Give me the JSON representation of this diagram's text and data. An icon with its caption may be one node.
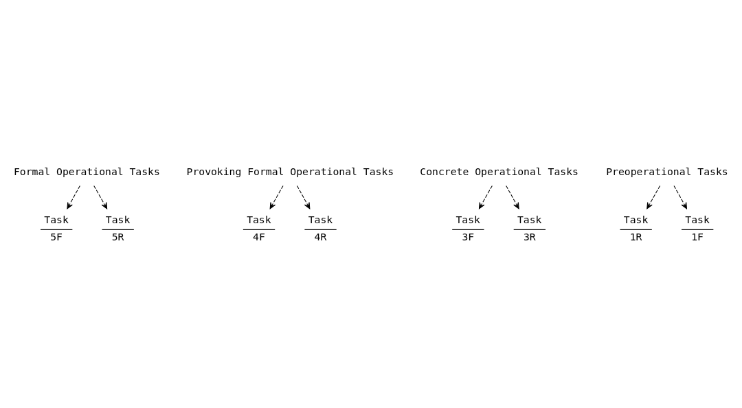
{
  "diagram": {
    "nodes": [
      {
        "text": [
          "Formal Operational Tasks"
        ]
      },
      {
        "text": [
          "Provoking Formal Operational Tasks"
        ]
      },
      {
        "text": [
          "Concrete Operational Tasks"
        ]
      },
      {
        "text": [
          "Preoperational Tasks"
        ]
      },
      {
        "text": [
          "Task",
          "1R"
        ]
      },
      {
        "text": [
          "Task",
          "1F"
        ]
      },
      {
        "text": [
          "Task",
          "3F"
        ]
      },
      {
        "text": [
          "Task",
          "4F"
        ]
      },
      {
        "text": [
          "Task",
          "5F"
        ]
      },
      {
        "text": [
          "Task",
          "3R"
        ]
      },
      {
        "text": [
          "Task",
          "4R"
        ]
      },
      {
        "text": [
          "Task",
          "5R"
        ]
      }
    ],
    "edges": [
      {
        "from": 3,
        "to": 4,
        "arrow": "to",
        "style": "dashed"
      },
      {
        "from": 3,
        "to": 5,
        "arrow": "to",
        "style": "dashed"
      },
      {
        "from": 2,
        "to": 6,
        "arrow": "to",
        "style": "dashed"
      },
      {
        "from": 2,
        "to": 9,
        "arrow": "to",
        "style": "dashed"
      },
      {
        "from": 1,
        "to": 7,
        "arrow": "to",
        "style": "dashed"
      },
      {
        "from": 1,
        "to": 10,
        "arrow": "to",
        "style": "dashed"
      },
      {
        "from": 0,
        "to": 8,
        "arrow": "to",
        "style": "dashed"
      },
      {
        "from": 0,
        "to": 11,
        "arrow": "to",
        "style": "dashed"
      }
    ]
  }
}
